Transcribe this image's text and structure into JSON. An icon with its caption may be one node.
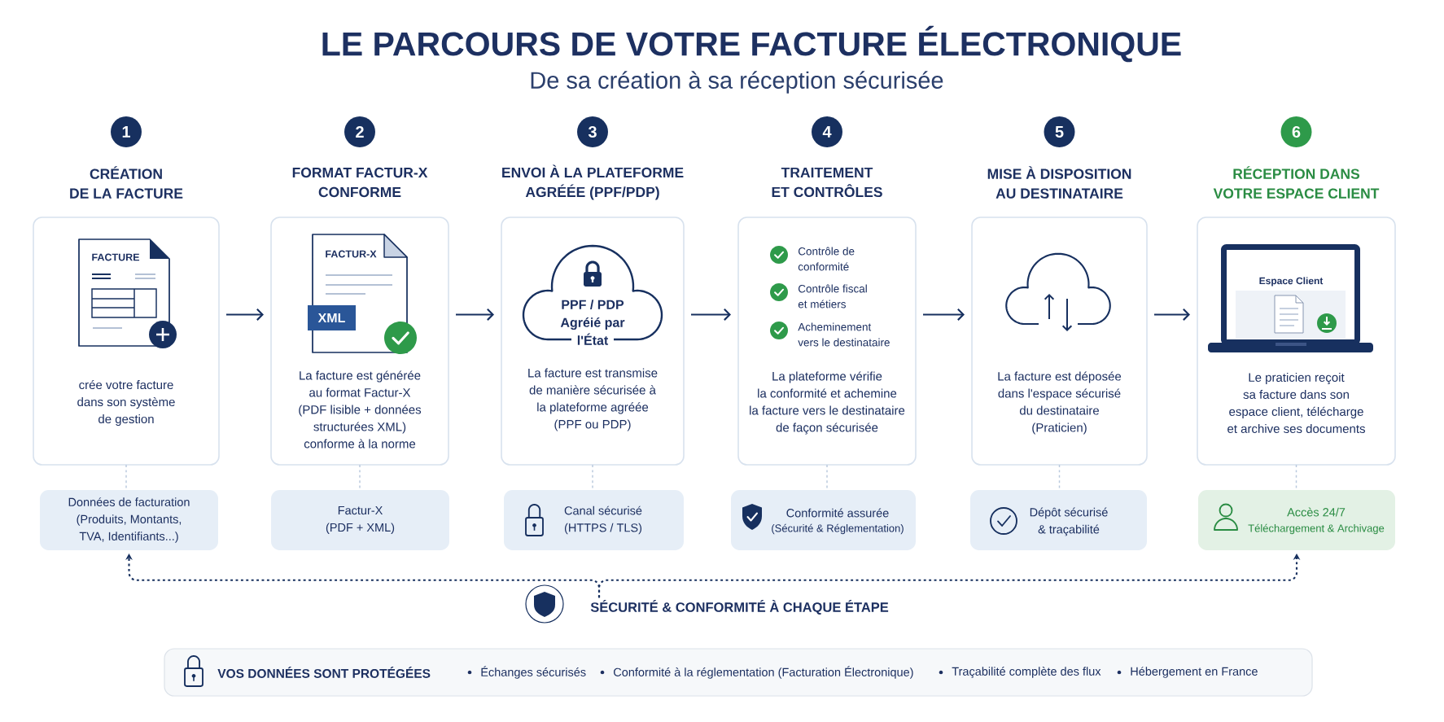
{
  "diagram": {
    "title": "LE PARCOURS DE VOTRE FACTURE ÉLECTRONIQUE",
    "nodes": [
      {
        "text": [
          "1"
        ]
      },
      {
        "text": [
          "2"
        ]
      },
      {
        "text": [
          "3"
        ]
      },
      {
        "text": [
          "4"
        ]
      },
      {
        "text": [
          "5"
        ]
      },
      {
        "text": [
          "6"
        ]
      },
      {
        "text": [
          "CRÉATION DE LA FACTURE",
          "crée votre facture dans son système de gestion"
        ]
      },
      {
        "text": [
          "FACTURE"
        ],
        "in": 6
      },
      {
        "text": [
          "FORMAT FACTUR-X CONFORME",
          "La facture est générée au format Factur-X (PDF lisible + données structurées XML) conforme à la norme"
        ]
      },
      {
        "text": [
          "FACTUR-X"
        ],
        "in": 8
      },
      {
        "text": [
          "XML"
        ],
        "in": 8
      },
      {
        "text": [
          "ENVOI À LA PLATEFORME AGRÉÉE (PPF/PDP)",
          "La facture est transmise de manière sécurisée à la plateforme agréée (PPF ou PDP)"
        ]
      },
      {
        "text": [
          "PPF / PDP Agréié par l'État"
        ],
        "in": 11
      },
      {
        "text": [
          "TRAITEMENT ET CONTRÔLES",
          "Contrôle de conformité",
          "Contrôle fiscal et métiers",
          "Acheminement vers le destinataire",
          "La plateforme vérifie la conformité et achemine la facture vers le destinataire de façon sécurisée"
        ]
      },
      {
        "text": [
          "MISE À DISPOSITION AU DESTINATAIRE",
          "La facture est déposée dans l'espace sécurisé du destinataire (Praticien)"
        ]
      },
      {
        "text": [
          "RÉCEPTION DANS VOTRE ESPACE CLIENT",
          "Le praticien reçoit sa facture dans son espace client, télécharge et archive ses documents"
        ]
      },
      {
        "text": [
          "Espace Client"
        ],
        "in": 15
      },
      {
        "text": [
          "Données de facturation (Produits, Montants, TVA, Identifiants...)"
        ]
      },
      {
        "text": [
          "Factur-X (PDF + XML)"
        ]
      },
      {
        "text": [
          "Canal sécurisé (HTTPS / TLS)"
        ]
      },
      {
        "text": [
          "Conformité assurée",
          "(Sécurité & Réglementation)"
        ]
      },
      {
        "text": [
          "Dépôt sécurisé & traçabilité"
        ]
      },
      {
        "text": [
          "Accès 24/7",
          "Téléchargement & Archivage"
        ]
      },
      {
        "text": [
          "SÉCURITÉ & CONFORMITÉ À CHAQUE ÉTAPE"
        ]
      },
      {
        "text": [
          "VOS DONNÉES SONT PROTÉGÉES",
          "Échanges sécurisés",
          "Conformité à la réglementation (Facturation Électronique)",
          "Traçabilité complète des flux",
          "Hébergement en France"
        ]
      }
    ],
    "edges": [
      {
        "from": 6,
        "to": 8,
        "arrow": "to"
      },
      {
        "from": 8,
        "to": 11,
        "arrow": "to"
      },
      {
        "from": 11,
        "to": 13,
        "arrow": "to"
      },
      {
        "from": 13,
        "to": 14,
        "arrow": "to"
      },
      {
        "from": 14,
        "to": 15,
        "arrow": "to"
      },
      {
        "from": 6,
        "to": 17,
        "arrow": "none",
        "style": "dashed",
        "color": "#b9c9dd"
      },
      {
        "from": 8,
        "to": 18,
        "arrow": "none",
        "style": "dashed",
        "color": "#b9c9dd"
      },
      {
        "from": 11,
        "to": 19,
        "arrow": "none",
        "style": "dashed",
        "color": "#b9c9dd"
      },
      {
        "from": 13,
        "to": 20,
        "arrow": "none",
        "style": "dashed",
        "color": "#b9c9dd"
      },
      {
        "from": 14,
        "to": 21,
        "arrow": "none",
        "style": "dashed",
        "color": "#b9c9dd"
      },
      {
        "from": 15,
        "to": 22,
        "arrow": "none",
        "style": "dashed",
        "color": "#b9c9dd"
      },
      {
        "from": 23,
        "to": 17,
        "arrow": "to",
        "style": "dashed"
      },
      {
        "from": 23,
        "to": 22,
        "arrow": "to",
        "style": "dashed"
      }
    ],
    "labels": [
      "De sa création à sa réception sécurisée"
    ]
  }
}
